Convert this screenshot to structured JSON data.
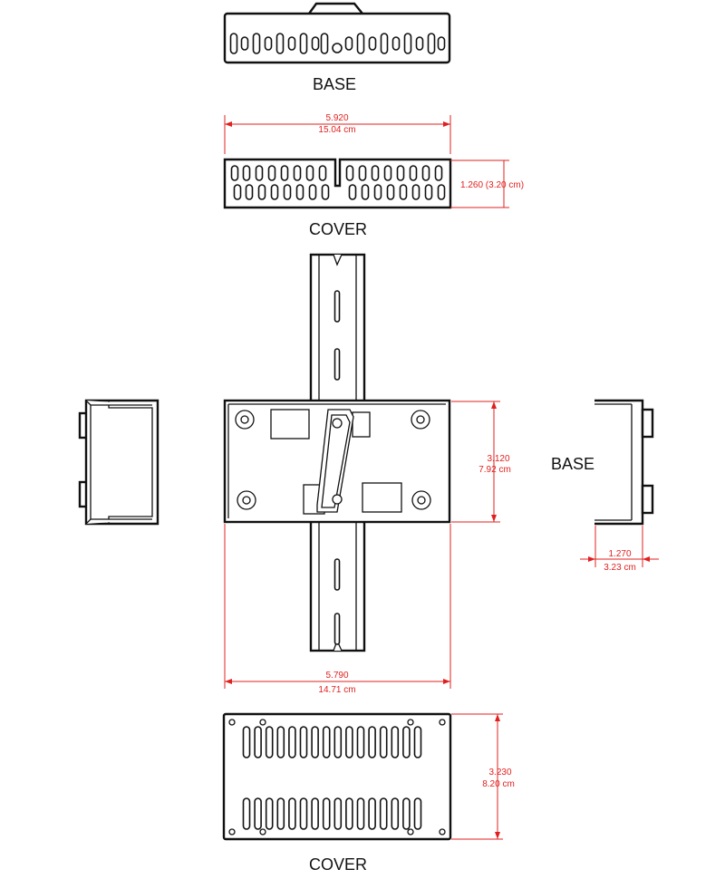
{
  "colors": {
    "line": "#111111",
    "dimension": "#e0201f",
    "background": "#ffffff"
  },
  "views": {
    "base_top_label": "BASE",
    "cover_side_label": "COVER",
    "base_right_label": "BASE",
    "cover_bottom_label": "COVER"
  },
  "dimensions": {
    "cover_width_in": "5.920",
    "cover_width_cm": "15.04 cm",
    "cover_height": "1.260 (3.20 cm)",
    "base_height_in": "3.120",
    "base_height_cm": "7.92 cm",
    "base_depth_in": "1.270",
    "base_depth_cm": "3.23 cm",
    "base_width_in": "5.790",
    "base_width_cm": "14.71 cm",
    "cover_depth_in": "3.230",
    "cover_depth_cm": "8.20 cm"
  }
}
